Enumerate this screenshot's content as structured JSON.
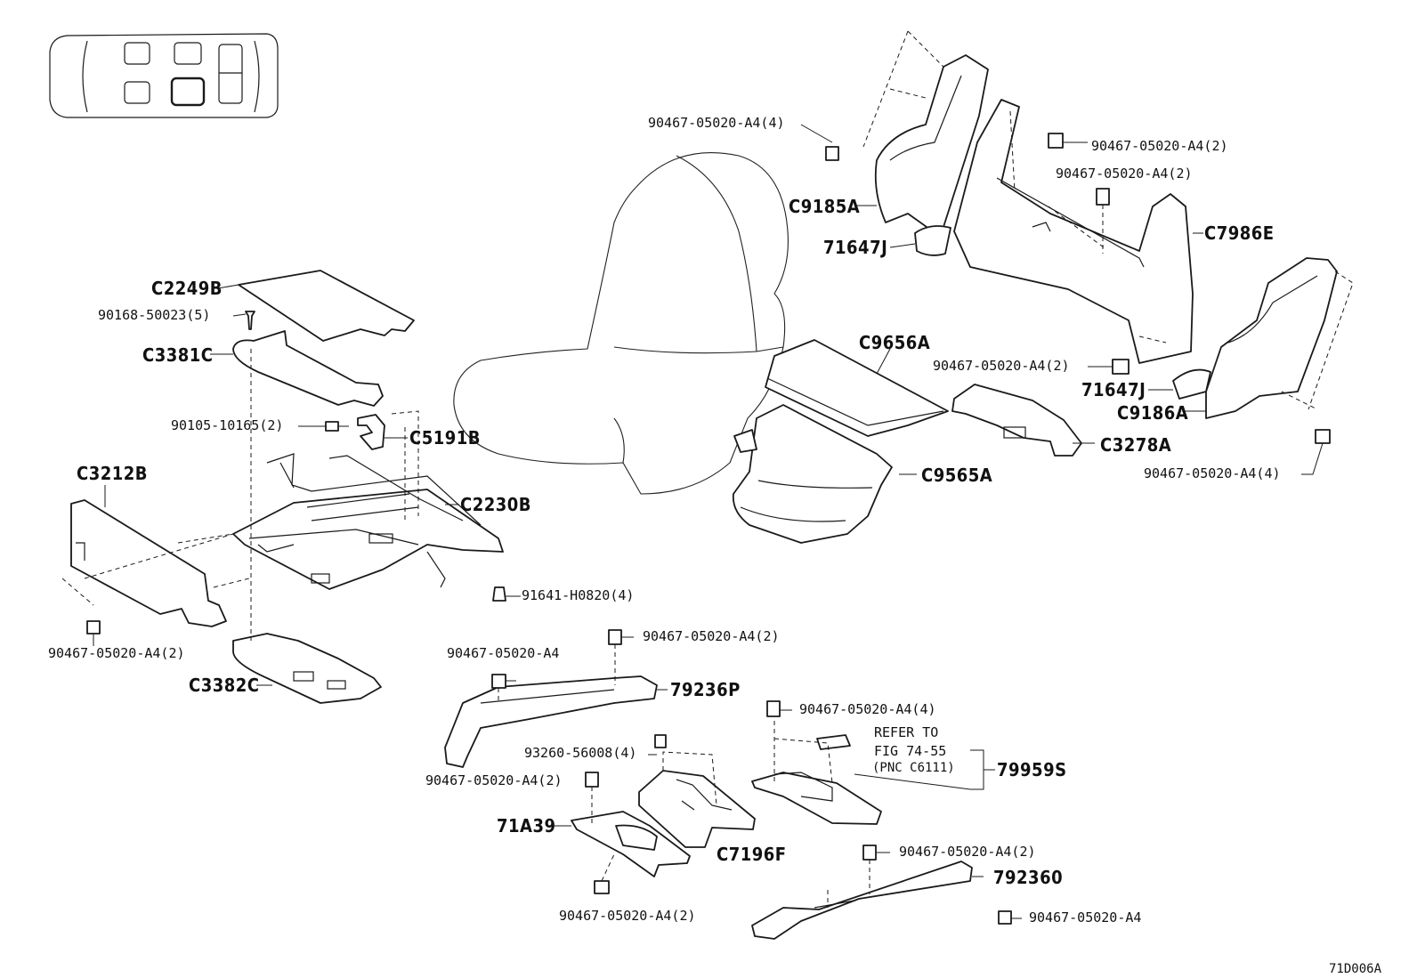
{
  "labels": {
    "c2249b": "C2249B",
    "b90168": "90168-50023(5)",
    "c3381c": "C3381C",
    "b90105": "90105-10165(2)",
    "c5191b": "C5191B",
    "c3212b": "C3212B",
    "c2230b": "C2230B",
    "b91641": "91641-H0820(4)",
    "b_left_bottom": "90467-05020-A4(2)",
    "c3382c": "C3382C",
    "b_792p_top": "90467-05020-A4(2)",
    "b_792p_left": "90467-05020-A4",
    "p79236p": "79236P",
    "b_799_top": "90467-05020-A4(4)",
    "ref_line1": "REFER TO",
    "ref_line2": "FIG 74-55",
    "ref_line3": "(PNC C6111)",
    "p79959s": "79959S",
    "b93260": "93260-56008(4)",
    "b_71a39_top": "90467-05020-A4(2)",
    "p71a39": "71A39",
    "c7196f": "C7196F",
    "b_71a39_bottom": "90467-05020-A4(2)",
    "b_792q_top": "90467-05020-A4(2)",
    "p79236q": "792360",
    "b_792q_right": "90467-05020-A4",
    "b_c9185_top": "90467-05020-A4(4)",
    "c9185a": "C9185A",
    "p71647j_a": "71647J",
    "b_c7986_top": "90467-05020-A4(2)",
    "b_c7986_mid": "90467-05020-A4(2)",
    "c7986e": "C7986E",
    "c9656a": "C9656A",
    "b_c9656_right": "90467-05020-A4(2)",
    "p71647j_b": "71647J",
    "c9186a": "C9186A",
    "c3278a": "C3278A",
    "c9565a": "C9565A",
    "b_c9186_bottom": "90467-05020-A4(4)",
    "figure_code": "71D006A"
  }
}
